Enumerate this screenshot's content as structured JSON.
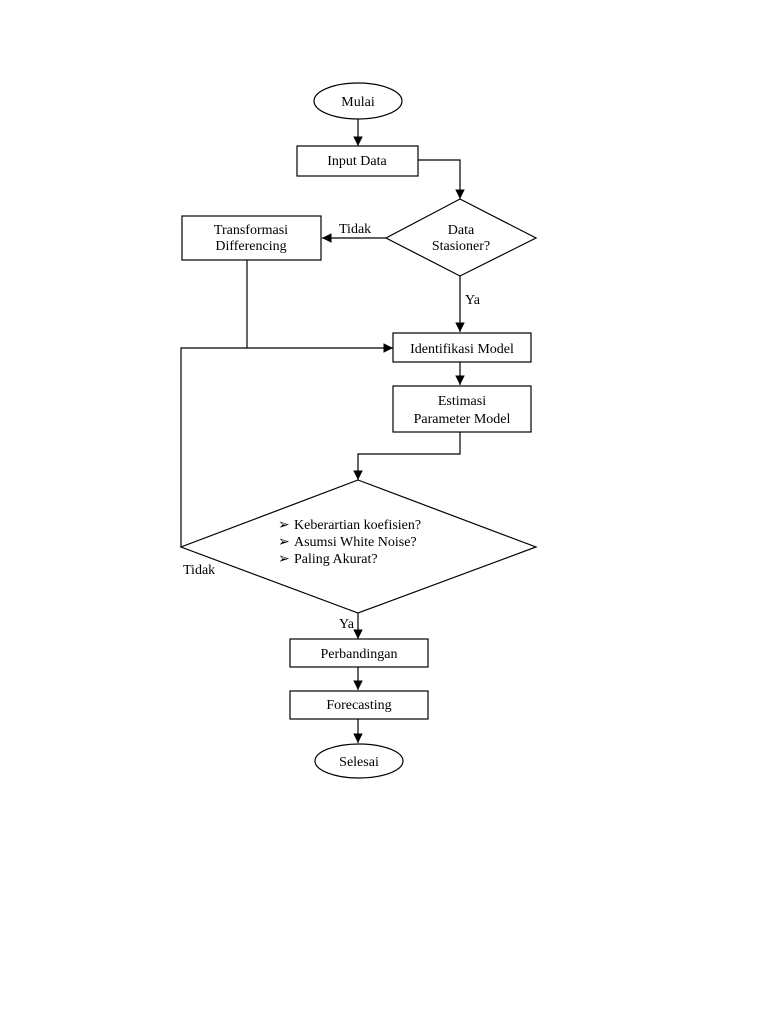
{
  "nodes": {
    "start": "Mulai",
    "input": "Input Data",
    "stationary_1": "Data",
    "stationary_2": "Stasioner?",
    "transform_1": "Transformasi",
    "transform_2": "Differencing",
    "identify": "Identifikasi Model",
    "estimate_1": "Estimasi",
    "estimate_2": "Parameter Model",
    "check_1": "Keberartian koefisien?",
    "check_2": "Asumsi White Noise?",
    "check_3": "Paling Akurat?",
    "compare": "Perbandingan",
    "forecast": "Forecasting",
    "end": "Selesai"
  },
  "edges": {
    "no_stationary": "Tidak",
    "yes_stationary": "Ya",
    "no_check": "Tidak",
    "yes_check": "Ya"
  },
  "bullet": "➢"
}
